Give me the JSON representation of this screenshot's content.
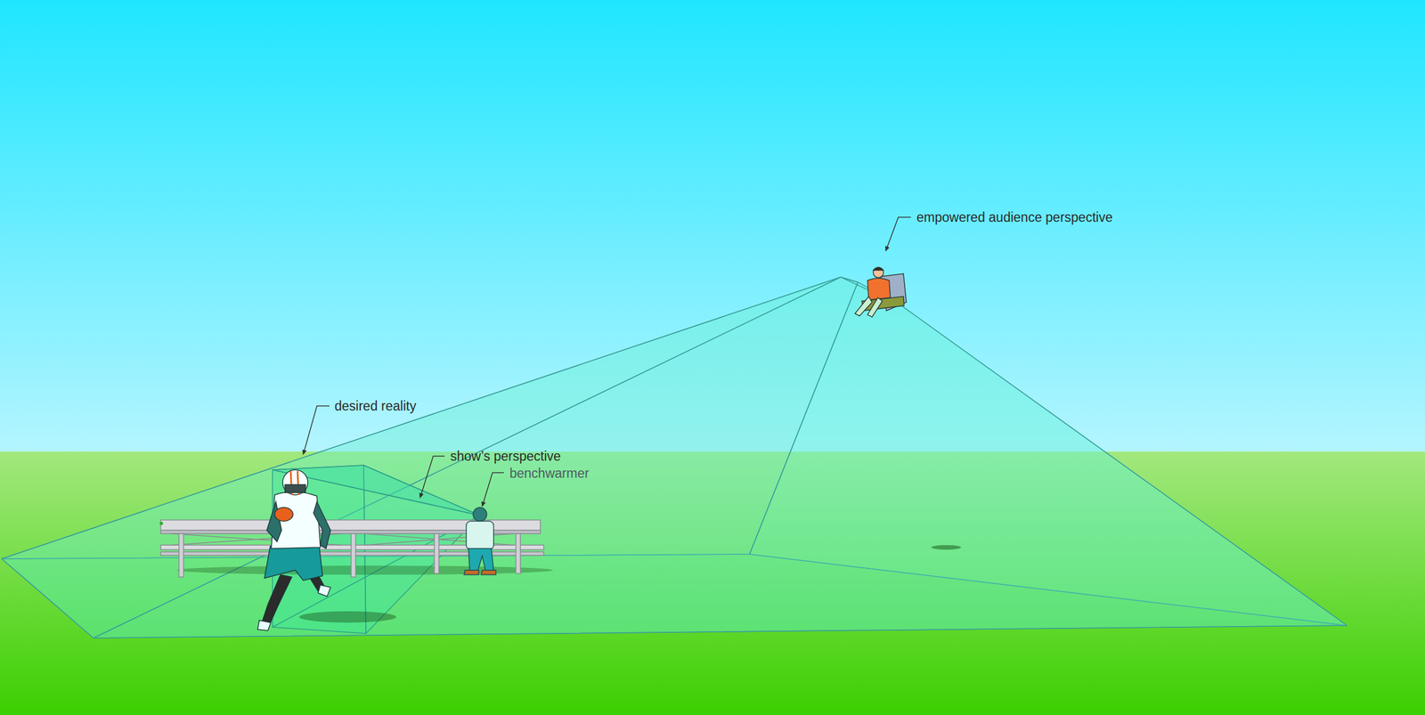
{
  "diagram": {
    "labels": [
      "empowered audience perspective",
      "desired reality",
      "show’s perspective",
      "benchwarmer"
    ]
  }
}
